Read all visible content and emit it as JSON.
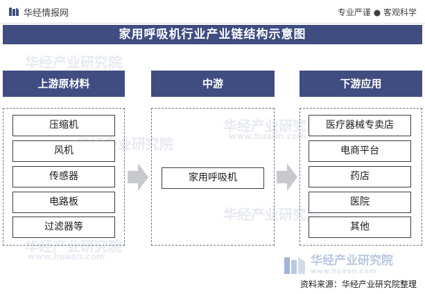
{
  "header": {
    "logo_text": "华经情报网",
    "slogan": "专业严谨 ● 客观科学"
  },
  "title": "家用呼吸机行业产业链结构示意图",
  "upstream": {
    "header": "上游原材料",
    "items": [
      "压缩机",
      "风机",
      "传感器",
      "电路板",
      "过滤器等"
    ]
  },
  "midstream": {
    "header": "中游",
    "items": [
      "家用呼吸机"
    ]
  },
  "downstream": {
    "header": "下游应用",
    "items": [
      "医疗器械专卖店",
      "电商平台",
      "药店",
      "医院",
      "其他"
    ]
  },
  "watermark": {
    "cn": "华经产业研究院",
    "en": "www.huaon.com"
  },
  "footer": {
    "logo_cn": "华经产业研究院",
    "logo_en": "www.huaon.com",
    "source": "资料来源：华经产业研究院整理"
  },
  "colors": {
    "banner": "#3f4d80",
    "arrow": "#c7c9cd",
    "dashed_border": "#6a7186"
  },
  "icons": {
    "logo": "huajing-logo-icon",
    "arrow": "right-arrow-icon"
  }
}
